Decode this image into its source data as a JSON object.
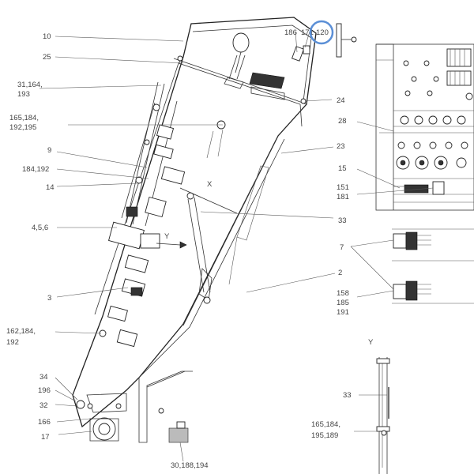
{
  "labels": {
    "l10": "10",
    "l25": "25",
    "l31": "31,164,",
    "l31b": "193",
    "l165": "165,184,",
    "l165b": "192,195",
    "l9": "9",
    "l184": "184,192",
    "l14": "14",
    "l456": "4,5,6",
    "l3": "3",
    "l162": "162,184,",
    "l162b": "192",
    "l34": "34",
    "l196": "196",
    "l32": "32",
    "l166": "166",
    "l17": "17",
    "l30": "30,188,194",
    "l186": "186",
    "l171": "171",
    "l120": "120",
    "l24": "24",
    "l23": "23",
    "l33": "33",
    "l2": "2",
    "l28": "28",
    "l15": "15",
    "l151": "151",
    "l181": "181",
    "l7": "7",
    "l158": "158",
    "l185": "185",
    "l191": "191",
    "lY": "Y",
    "l33b": "33",
    "l165r": "165,184,",
    "l165rb": "195,189",
    "X": "X",
    "Y": "Y"
  },
  "highlight_color": "#5b8fd6"
}
